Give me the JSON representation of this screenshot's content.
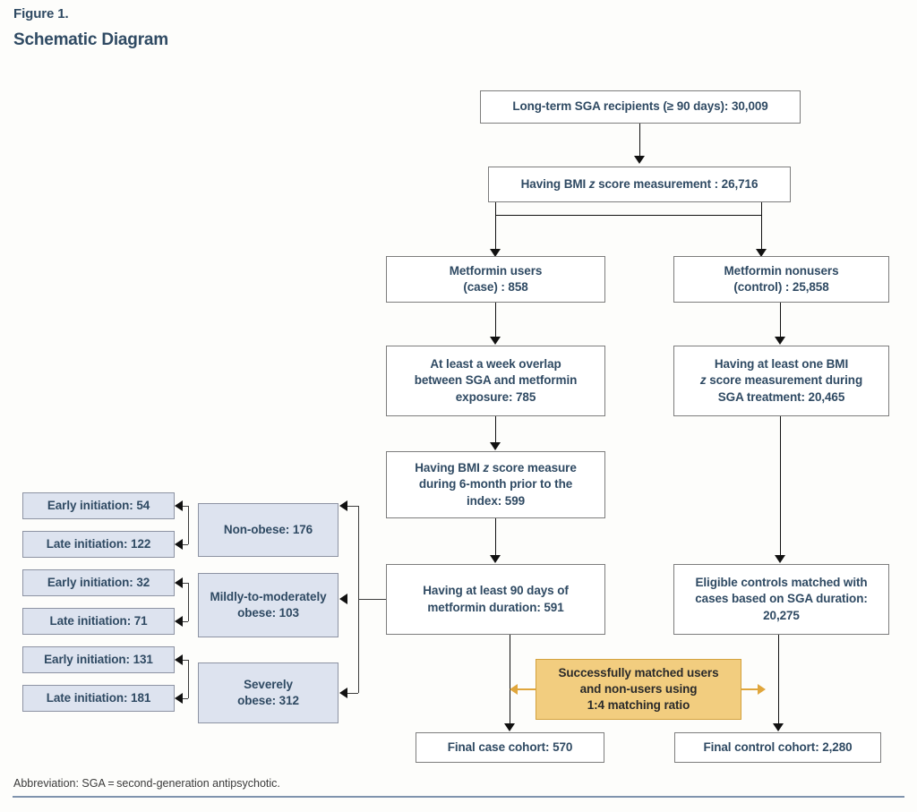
{
  "figure": {
    "label": "Figure 1.",
    "title": "Schematic Diagram",
    "footnote": "Abbreviation: SGA = second-generation antipsychotic."
  },
  "colors": {
    "text_blue": "#2f4a63",
    "box_white_fill": "#ffffff",
    "box_white_border": "#7d7d7d",
    "box_lavender_fill": "#dde3ef",
    "box_lavender_border": "#8d93a3",
    "box_orange_fill": "#f2cd7f",
    "box_orange_border": "#d3a13c",
    "connector_black": "#111111",
    "connector_orange": "#e0a63c",
    "footer_rule": "#7f93ad",
    "background": "#fdfdfb"
  },
  "nodes": {
    "root": "Long-term SGA recipients (≥ 90 days): 30,009",
    "bmi_measure_pre": "Having BMI ",
    "bmi_measure_z": "z",
    "bmi_measure_post": " score measurement : 26,716",
    "case_line1": "Metformin users",
    "case_line2": "(case) : 858",
    "control_line1": "Metformin nonusers",
    "control_line2": "(control) : 25,858",
    "overlap_line1": "At least a week overlap",
    "overlap_line2": "between SGA and metformin",
    "overlap_line3": "exposure: 785",
    "ctrl_bmi_line1": "Having at least one BMI",
    "ctrl_bmi_z": "z",
    "ctrl_bmi_line2_post": " score measurement during",
    "ctrl_bmi_line3": "SGA treatment: 20,465",
    "prior_line1_pre": "Having BMI ",
    "prior_line1_z": "z",
    "prior_line1_post": " score measure",
    "prior_line2": "during 6-month prior to the",
    "prior_line3": "index: 599",
    "duration_line1": "Having at least 90 days of",
    "duration_line2": "metformin duration: 591",
    "eligible_line1": "Eligible controls matched with",
    "eligible_line2": "cases based on SGA duration:",
    "eligible_line3": "20,275",
    "matching_line1": "Successfully matched users",
    "matching_line2": "and non-users using",
    "matching_line3": "1:4 matching ratio",
    "final_case": "Final case cohort: 570",
    "final_control": "Final control cohort: 2,280"
  },
  "strata": [
    {
      "category_line1": "Non-obese: 176",
      "category_line2": "",
      "early": "Early initiation: 54",
      "late": "Late initiation: 122"
    },
    {
      "category_line1": "Mildly-to-moderately",
      "category_line2": "obese: 103",
      "early": "Early initiation: 32",
      "late": "Late initiation: 71"
    },
    {
      "category_line1": "Severely",
      "category_line2": "obese: 312",
      "early": "Early initiation: 131",
      "late": "Late initiation: 181"
    }
  ]
}
